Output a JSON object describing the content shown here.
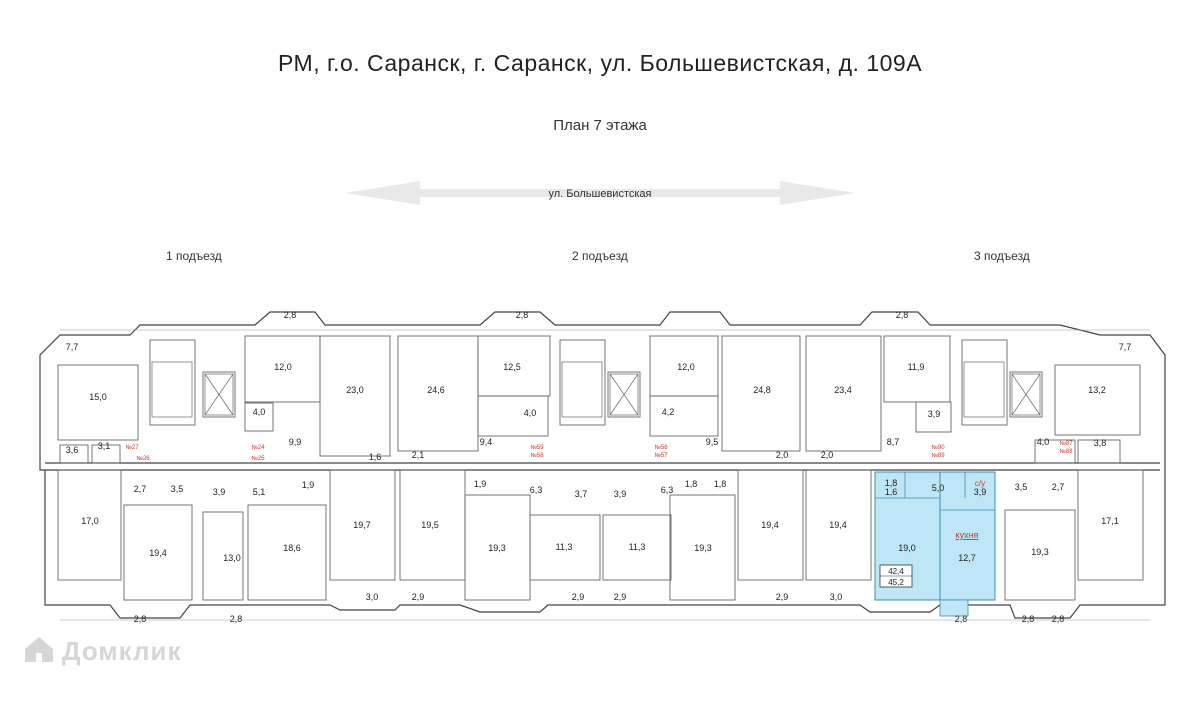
{
  "title": "РМ, г.о. Саранск, г. Саранск, ул. Большевистская, д. 109А",
  "subtitle": "План 7 этажа",
  "street_label": "ул. Большевистская",
  "entrances": [
    "1 подъезд",
    "2 подъезд",
    "3 подъезд"
  ],
  "highlight": {
    "kitchen_label": "кухня",
    "bath_label": "с/у",
    "area_living": "42,4",
    "area_total": "45,2",
    "color": "#bfe6f6"
  },
  "rooms": {
    "e1": [
      "7,7",
      "15,0",
      "2,8",
      "12,0",
      "23,0",
      "4,0",
      "3,6",
      "3,1",
      "9,9",
      "17,0",
      "2,7",
      "3,5",
      "3,9",
      "5,1",
      "1,9",
      "19,7",
      "19,4",
      "13,0",
      "18,6",
      "2,8",
      "2,8",
      "2,9",
      "3,0",
      "1,6",
      "№27",
      "№26",
      "№24",
      "№25"
    ],
    "e2": [
      "24,6",
      "12,5",
      "2,8",
      "4,0",
      "9,4",
      "12,0",
      "4,2",
      "24,8",
      "9,5",
      "23,4",
      "2,1",
      "2,0",
      "1,9",
      "1,8",
      "19,5",
      "6,3",
      "3,7",
      "3,9",
      "6,3",
      "1,8",
      "19,4",
      "19,3",
      "11,3",
      "11,3",
      "19,3",
      "2,9",
      "2,9",
      "2,9",
      "№59",
      "№58",
      "№56",
      "№57"
    ],
    "e3": [
      "2,8",
      "11,9",
      "3,9",
      "8,7",
      "2,0",
      "13,2",
      "7,7",
      "4,0",
      "3,8",
      "1,8",
      "1,6",
      "5,0",
      "3,9",
      "19,0",
      "12,7",
      "19,4",
      "3,5",
      "2,7",
      "17,1",
      "19,3",
      "3,0",
      "2,8",
      "2,8",
      "2,8",
      "№90",
      "№89",
      "№87",
      "№88"
    ]
  },
  "watermark": "Домклик"
}
